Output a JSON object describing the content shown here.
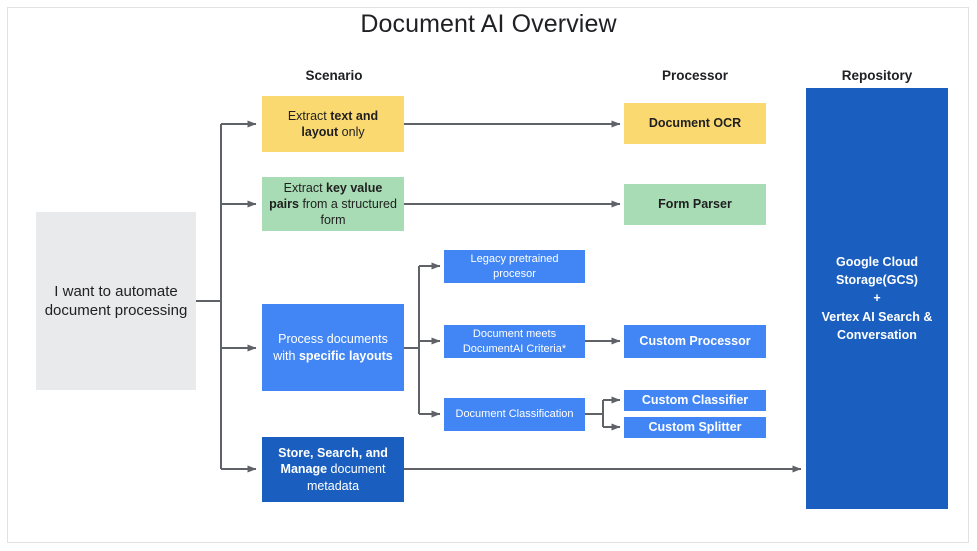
{
  "diagram": {
    "title": "Document AI Overview",
    "columns": [
      {
        "id": "scenario",
        "label": "Scenario"
      },
      {
        "id": "processor",
        "label": "Processor"
      },
      {
        "id": "repository",
        "label": "Repository"
      }
    ],
    "colors": {
      "yellow": "#fbd971",
      "green": "#a8dcb4",
      "blue": "#4285f4",
      "navy": "#1a5fbf",
      "gray": "#e9eaec",
      "arrow": "#5f6368",
      "text_dark": "#202124",
      "text_light": "#ffffff",
      "frame_border": "#e2e2e4",
      "background": "#ffffff"
    },
    "nodes": {
      "input": {
        "text": "I want to automate document processing",
        "color": "gray"
      },
      "scenario_text_layout": {
        "prefix": "Extract ",
        "bold": "text and layout",
        "suffix": " only",
        "color": "yellow"
      },
      "scenario_key_value": {
        "prefix": "Extract ",
        "bold": "key value pairs",
        "suffix": " from a structured form",
        "color": "green"
      },
      "scenario_specific_layouts": {
        "prefix": "Process documents with ",
        "bold": "specific layouts",
        "suffix": "",
        "color": "blue"
      },
      "scenario_store_search": {
        "prefix": "",
        "bold": "Store, Search, and Manage",
        "suffix": " document metadata",
        "color": "navy"
      },
      "legacy_pretrained": {
        "text": "Legacy pretrained procesor",
        "color": "blue"
      },
      "documentai_criteria": {
        "text": "Document meets DocumentAI Criteria*",
        "color": "blue"
      },
      "document_classification": {
        "text": "Document Classification",
        "color": "blue"
      },
      "document_ocr": {
        "text": "Document OCR",
        "color": "yellow"
      },
      "form_parser": {
        "text": "Form Parser",
        "color": "green"
      },
      "custom_processor": {
        "text": "Custom Processor",
        "color": "blue"
      },
      "custom_classifier": {
        "text": "Custom Classifier",
        "color": "blue"
      },
      "custom_splitter": {
        "text": "Custom Splitter",
        "color": "blue"
      },
      "repository_box": {
        "line1": "Google Cloud",
        "line2": "Storage(GCS)",
        "line3": "+",
        "line4": "Vertex AI Search &",
        "line5": "Conversation",
        "color": "navy"
      }
    }
  }
}
